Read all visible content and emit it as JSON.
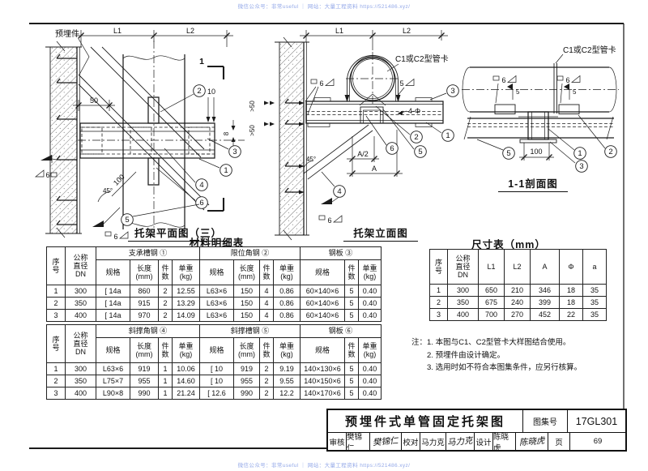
{
  "watermark": {
    "text": "微信公众号：非常useful ｜ 网站：大量工程资料 https://521486.xyz/"
  },
  "callouts": {
    "c1": "1",
    "c2": "2",
    "c3": "3",
    "c4": "4",
    "c5": "5",
    "c6": "6"
  },
  "welds": {
    "w5": "5",
    "w6": "6"
  },
  "plan": {
    "title": "托架平面图（三）",
    "embed": "预埋件",
    "l1": "L1",
    "l2": "L2",
    "d50": "50",
    "d100": "100",
    "a45": "45°",
    "d10": "10",
    "d8": "8",
    "section_mark": "1"
  },
  "elevation": {
    "title": "托架立面图",
    "clamp": "C1或C2型管卡",
    "l1": "L1",
    "l2": "L2",
    "gt50": ">50",
    "holes": "4-Φ",
    "a_half": "A/2",
    "a": "A",
    "a45": "45°"
  },
  "section": {
    "title": "1-1剖面图",
    "clamp": "C1或C2型管卡",
    "d100": "100"
  },
  "materials_table": {
    "title": "材料明细表",
    "seq_header": "序\n号",
    "dn_header": "公称\n直径\nDN",
    "sub": {
      "spec": "规格",
      "len": "长度\n(mm)",
      "qty": "件\n数",
      "wt": "单重\n(kg)"
    },
    "top": {
      "groups": [
        "支承槽钢 ①",
        "限位角钢 ②",
        "钢板 ③"
      ],
      "rows": [
        [
          "1",
          "300",
          "[ 14a",
          "860",
          "2",
          "12.55",
          "L63×6",
          "150",
          "4",
          "0.86",
          "60×140×6",
          "5",
          "0.40"
        ],
        [
          "2",
          "350",
          "[ 14a",
          "915",
          "2",
          "13.29",
          "L63×6",
          "150",
          "4",
          "0.86",
          "60×140×6",
          "5",
          "0.40"
        ],
        [
          "3",
          "400",
          "[ 14a",
          "970",
          "2",
          "14.09",
          "L63×6",
          "150",
          "4",
          "0.86",
          "60×140×6",
          "5",
          "0.40"
        ]
      ]
    },
    "bottom": {
      "groups": [
        "斜撑角钢 ④",
        "斜撑槽钢 ⑤",
        "钢板 ⑥"
      ],
      "rows": [
        [
          "1",
          "300",
          "L63×6",
          "919",
          "1",
          "10.06",
          "[ 10",
          "919",
          "2",
          "9.19",
          "140×130×6",
          "5",
          "0.40"
        ],
        [
          "2",
          "350",
          "L75×7",
          "955",
          "1",
          "14.60",
          "[ 10",
          "955",
          "2",
          "9.55",
          "140×150×6",
          "5",
          "0.40"
        ],
        [
          "3",
          "400",
          "L90×8",
          "990",
          "1",
          "21.24",
          "[ 12.6",
          "990",
          "2",
          "12.2",
          "140×170×6",
          "5",
          "0.40"
        ]
      ]
    }
  },
  "dims_table": {
    "title": "尺寸表（mm）",
    "headers": [
      "序\n号",
      "公称\n直径\nDN",
      "L1",
      "L2",
      "A",
      "Φ",
      "a"
    ],
    "rows": [
      [
        "1",
        "300",
        "650",
        "210",
        "346",
        "18",
        "35"
      ],
      [
        "2",
        "350",
        "675",
        "240",
        "399",
        "18",
        "35"
      ],
      [
        "3",
        "400",
        "700",
        "270",
        "452",
        "22",
        "35"
      ]
    ]
  },
  "notes": {
    "prefix": "注：",
    "items": [
      "1. 本图与C1、C2型管卡大样图结合使用。",
      "2. 预埋件由设计确定。",
      "3. 选用时如不符合本图集条件，应另行核算。"
    ]
  },
  "title_block": {
    "title": "预埋件式单管固定托架图",
    "atlas_label": "图集号",
    "atlas_no": "17GL301",
    "reviewer_label": "审核",
    "reviewer": "樊锦仁",
    "reviewer_sig": "樊锦仁",
    "checker_label": "校对",
    "checker": "马力克",
    "checker_sig": "马力克",
    "designer_label": "设计",
    "designer": "陈晓虎",
    "designer_sig": "陈晓虎",
    "page_label": "页",
    "page_no": "69"
  }
}
